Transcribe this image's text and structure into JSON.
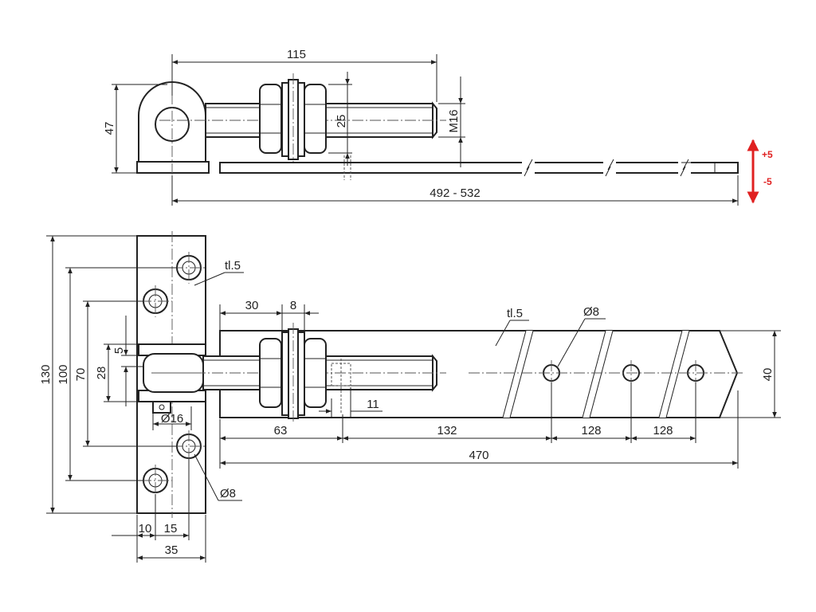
{
  "top_view": {
    "dims": {
      "length_total": "115",
      "height": "47",
      "nut_width": "25",
      "thread": "M16",
      "range": "492 - 532"
    },
    "tolerance": {
      "plus": "+5",
      "minus": "-5",
      "color": "#e02020"
    }
  },
  "front_view": {
    "dims": {
      "height_total": "130",
      "hole_spacing_outer": "100",
      "hole_spacing_inner": "70",
      "bracket_height": "28",
      "offset_small": "5",
      "nut_gap_a": "30",
      "nut_gap_b": "8",
      "pin_dia": "Ø16",
      "end_dim": "11",
      "seg_63": "63",
      "seg_132": "132",
      "seg_128a": "128",
      "seg_128b": "128",
      "strap_length": "470",
      "strap_width": "40",
      "plate_w_10": "10",
      "plate_w_15": "15",
      "plate_w_35": "35"
    },
    "labels": {
      "plate_thickness": "tl.5",
      "strap_thickness": "tl.5",
      "hole_dia_plate": "Ø8",
      "hole_dia_strap": "Ø8"
    }
  }
}
